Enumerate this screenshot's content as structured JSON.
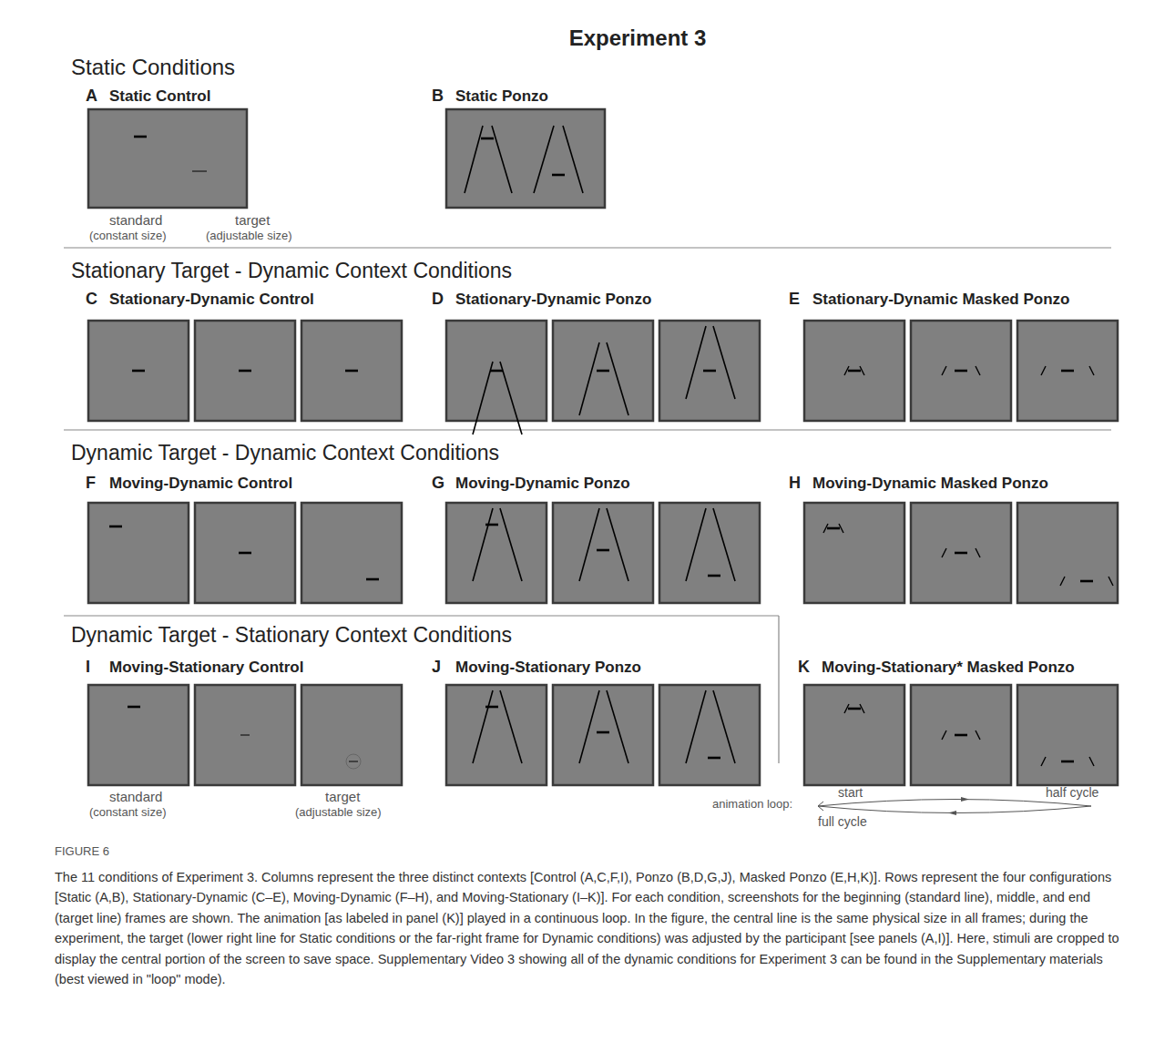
{
  "diagram": {
    "title": "Experiment 3",
    "caption": "The 11 conditions of Experiment 3. Columns represent the three distinct contexts [Control (A,C,F,I), Ponzo (B,D,G,J), Masked Ponzo (E,H,K)]. Rows represent the four configurations [Static (A,B), Stationary-Dynamic (C–E), Moving-Dynamic (F–H), and Moving-Stationary (I–K)]. For each condition, screenshots for the beginning (standard line), middle, and end (target line) frames are shown. The animation [as labeled in panel (K)] played in a continuous loop. In the figure, the central line is the same physical size in all frames; during the experiment, the target (lower right line for Static conditions or the far-right frame for Dynamic conditions) was adjusted by the participant [see panels (A,I)]. Here, stimuli are cropped to display the central portion of the screen to save space. Supplementary Video 3 showing all of the dynamic conditions for Experiment 3 can be found in the Supplementary materials (best viewed in \"loop\" mode).",
    "labels": [
      "Static Conditions",
      "A",
      "Static Control",
      "B",
      "Static Ponzo",
      "standard",
      "(constant size)",
      "target",
      "(adjustable size)",
      "Stationary Target - Dynamic Context Conditions",
      "C",
      "Stationary-Dynamic Control",
      "D",
      "Stationary-Dynamic Ponzo",
      "E",
      "Stationary-Dynamic Masked Ponzo",
      "Dynamic Target - Dynamic Context Conditions",
      "F",
      "Moving-Dynamic Control",
      "G",
      "Moving-Dynamic Ponzo",
      "H",
      "Moving-Dynamic Masked Ponzo",
      "Dynamic Target - Stationary Context Conditions",
      "I",
      "Moving-Stationary Control",
      "J",
      "Moving-Stationary Ponzo",
      "K",
      "Moving-Stationary* Masked Ponzo",
      "standard",
      "(constant size)",
      "target",
      "(adjustable size)",
      "start",
      "half cycle",
      "animation loop:",
      "full cycle",
      "FIGURE 6"
    ]
  }
}
